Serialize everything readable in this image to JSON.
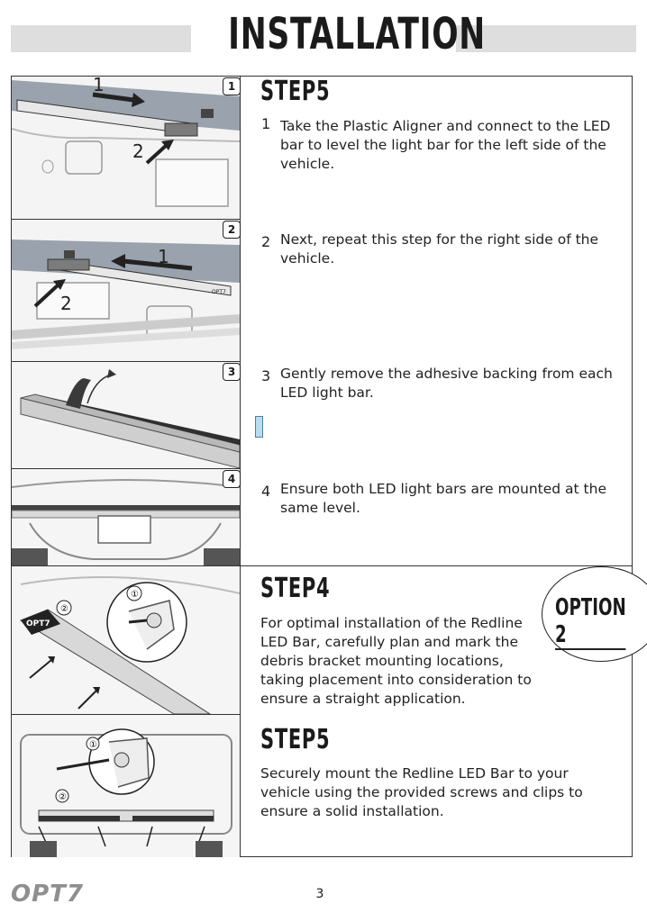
{
  "header": {
    "title": "INSTALLATION"
  },
  "steps_top": {
    "heading": "STEP5",
    "items": [
      {
        "num": "1",
        "text": "Take the Plastic Aligner and connect to the LED bar to level the light bar for the left side of the vehicle."
      },
      {
        "num": "2",
        "text": "Next, repeat this step for the right side of the vehicle."
      },
      {
        "num": "3",
        "text": "Gently remove the adhesive backing from each LED light bar."
      },
      {
        "num": "4",
        "text": "Ensure both LED light bars are mounted at the same level."
      }
    ]
  },
  "panels": {
    "badges": [
      "1",
      "2",
      "3",
      "4"
    ],
    "callouts": [
      "1",
      "2",
      "1",
      "2",
      "①",
      "②",
      "①",
      "②"
    ],
    "bar_label": "OPT7"
  },
  "option": {
    "label": "OPTION 2"
  },
  "step4": {
    "heading": "STEP4",
    "text": "For optimal installation of the Redline LED Bar, carefully plan and mark the debris bracket mounting locations, taking placement into consideration to ensure a straight application."
  },
  "step5b": {
    "heading": "STEP5",
    "text": "Securely mount the Redline LED Bar to your vehicle using the provided screws and clips to ensure a solid installation."
  },
  "footer": {
    "logo": "OPT7",
    "page": "3"
  }
}
